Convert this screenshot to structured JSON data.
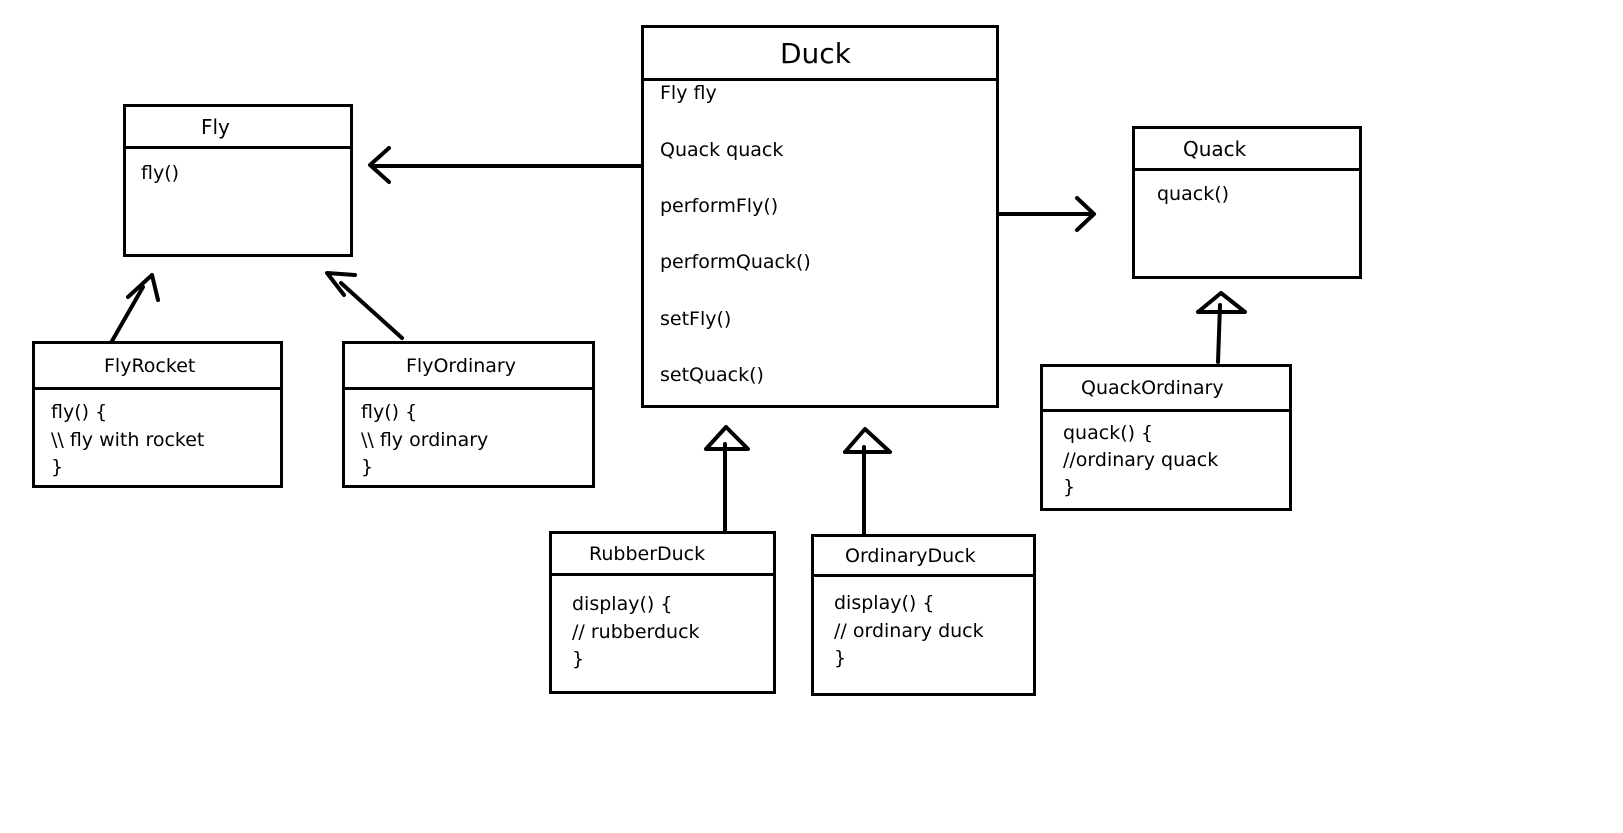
{
  "classes": {
    "fly": {
      "name": "Fly",
      "members": [
        "fly()"
      ]
    },
    "duck": {
      "name": "Duck",
      "members": [
        "Fly fly",
        "Quack quack",
        "performFly()",
        "performQuack()",
        "setFly()",
        "setQuack()"
      ]
    },
    "quack": {
      "name": "Quack",
      "members": [
        "quack()"
      ]
    },
    "fly_rocket": {
      "name": "FlyRocket",
      "members": [
        "fly() {",
        "\\\\ fly with rocket",
        "}"
      ]
    },
    "fly_ordinary": {
      "name": "FlyOrdinary",
      "members": [
        "fly() {",
        "\\\\ fly ordinary",
        "}"
      ]
    },
    "quack_ordinary": {
      "name": "QuackOrdinary",
      "members": [
        "quack() {",
        "//ordinary quack",
        "}"
      ]
    },
    "rubber_duck": {
      "name": "RubberDuck",
      "members": [
        "display() {",
        "// rubberduck",
        "}"
      ]
    },
    "ordinary_duck": {
      "name": "OrdinaryDuck",
      "members": [
        "display() {",
        "// ordinary duck",
        "}"
      ]
    }
  },
  "relations": [
    {
      "from": "duck",
      "to": "fly",
      "kind": "association"
    },
    {
      "from": "duck",
      "to": "quack",
      "kind": "association"
    },
    {
      "from": "fly_rocket",
      "to": "fly",
      "kind": "realization"
    },
    {
      "from": "fly_ordinary",
      "to": "fly",
      "kind": "realization"
    },
    {
      "from": "quack_ordinary",
      "to": "quack",
      "kind": "realization"
    },
    {
      "from": "rubber_duck",
      "to": "duck",
      "kind": "inheritance"
    },
    {
      "from": "ordinary_duck",
      "to": "duck",
      "kind": "inheritance"
    }
  ]
}
